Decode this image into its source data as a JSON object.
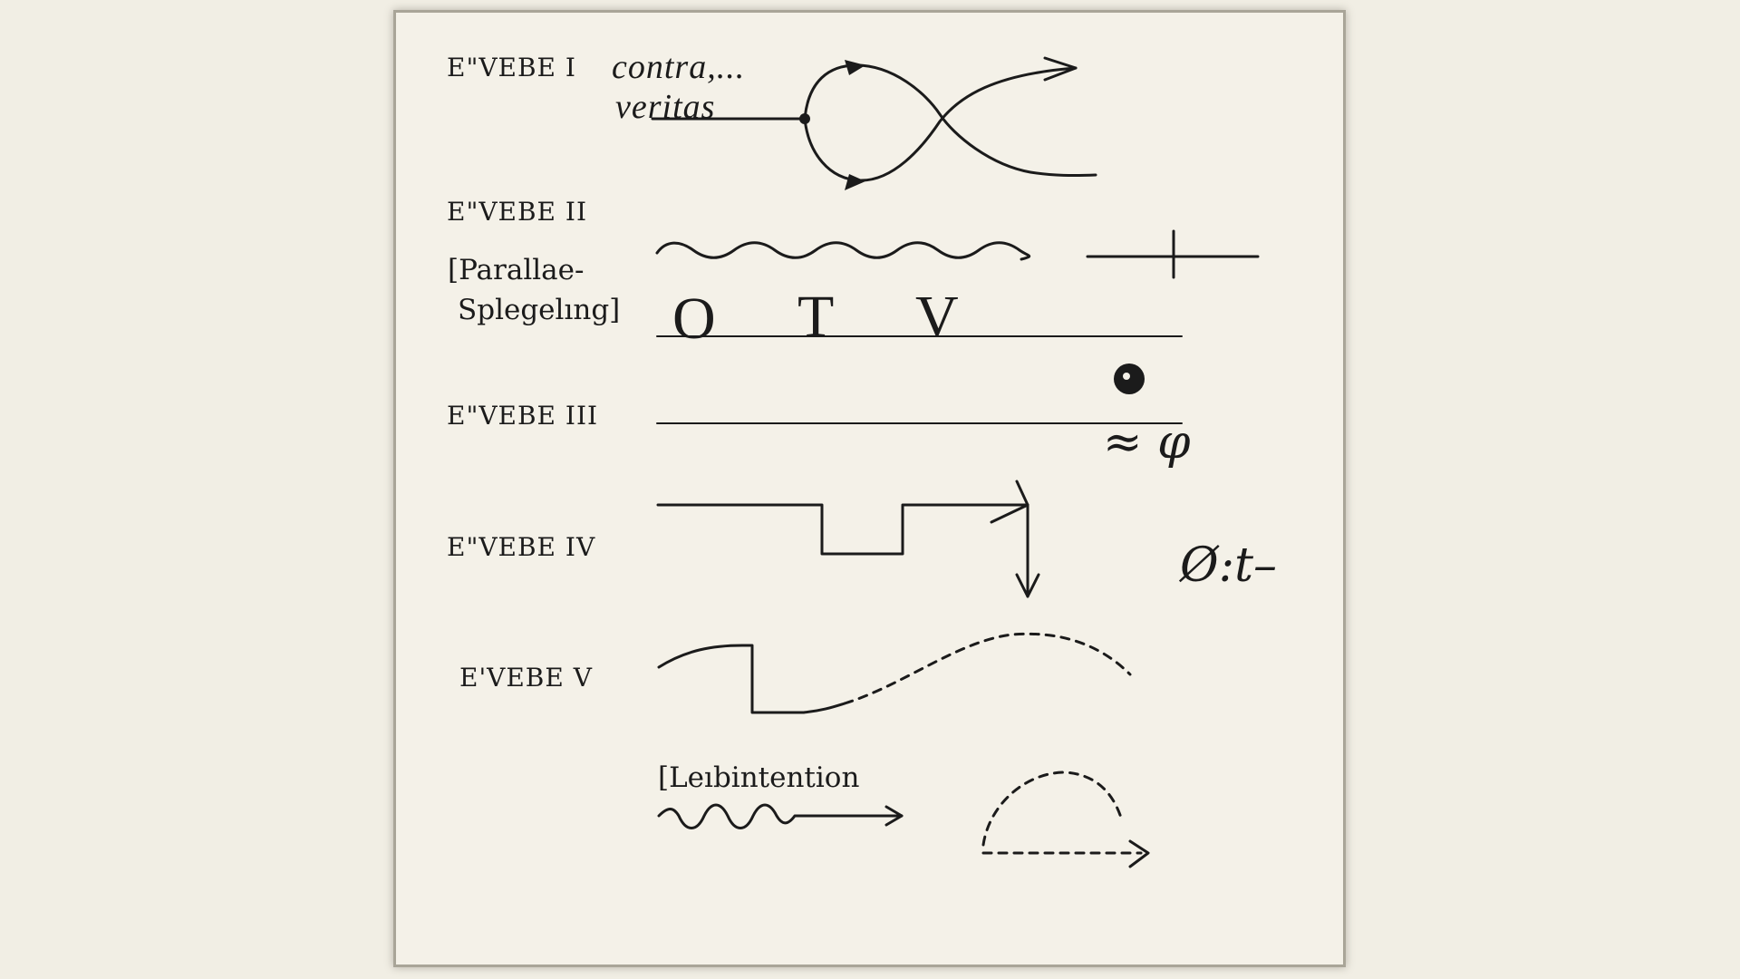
{
  "rows": [
    {
      "id": "verb-1",
      "label": "E\"VEBE I"
    },
    {
      "id": "verb-2",
      "label": "E\"VEBE II"
    },
    {
      "id": "verb-3",
      "label": "E\"VEBE III"
    },
    {
      "id": "verb-4",
      "label": "E\"VEBE IV"
    },
    {
      "id": "verb-5",
      "label": "E'VEBE V"
    }
  ],
  "notes": {
    "contra": "contra,...",
    "veritas": "veritas",
    "parallax_line1": "[Parallae-",
    "parallax_line2": "Splegelıng]",
    "footer": "[Leıbintention"
  },
  "letters": [
    "O",
    "T",
    "V"
  ],
  "symbols": {
    "approx_phi": "≈ φ",
    "empty_set_t": "Ø:t–"
  },
  "icons": {
    "infinity_loop": "lemniscate-arrow-icon",
    "wave": "wave-line-icon",
    "cross": "cross-mark-icon",
    "dot": "filled-dot-icon"
  },
  "colors": {
    "background": "#f1eee4",
    "paper": "#f4f1e8",
    "ink": "#1b1b1b"
  }
}
